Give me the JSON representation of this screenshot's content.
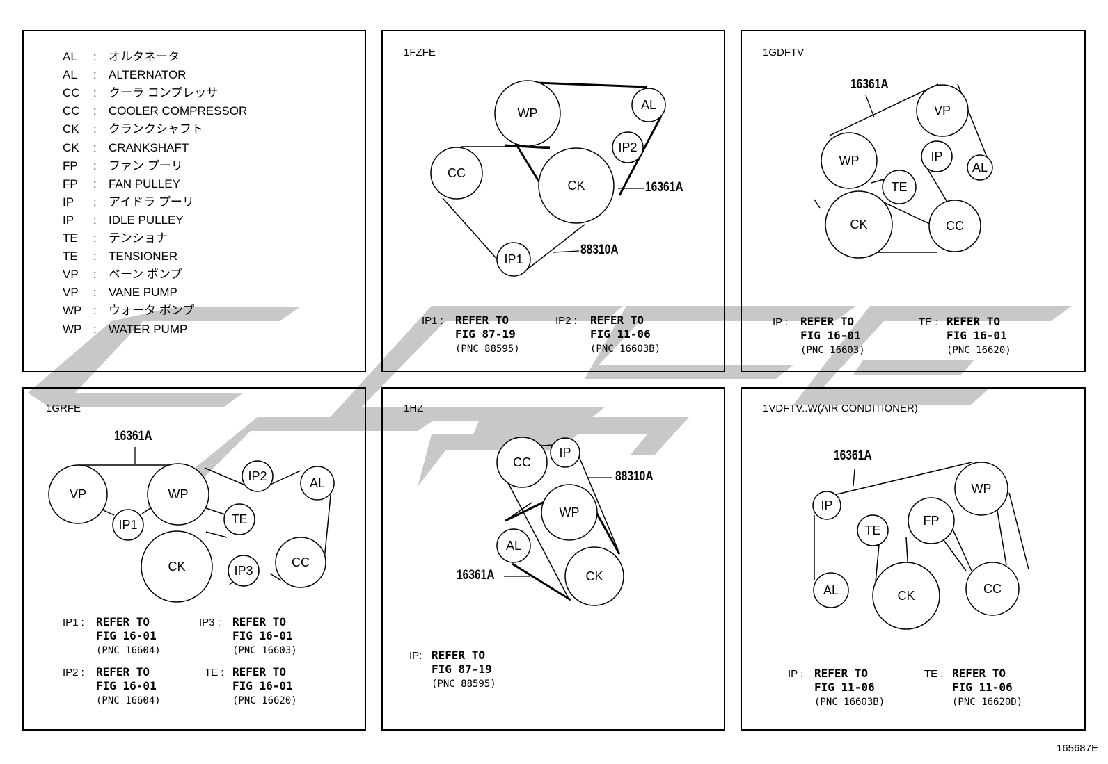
{
  "legend": [
    {
      "code": "AL",
      "desc": "オルタネータ"
    },
    {
      "code": "AL",
      "desc": "ALTERNATOR"
    },
    {
      "code": "CC",
      "desc": "クーラ コンプレッサ"
    },
    {
      "code": "CC",
      "desc": "COOLER COMPRESSOR"
    },
    {
      "code": "CK",
      "desc": "クランクシャフト"
    },
    {
      "code": "CK",
      "desc": "CRANKSHAFT"
    },
    {
      "code": "FP",
      "desc": "ファン プーリ"
    },
    {
      "code": "FP",
      "desc": "FAN PULLEY"
    },
    {
      "code": "IP",
      "desc": "アイドラ プーリ"
    },
    {
      "code": "IP",
      "desc": "IDLE PULLEY"
    },
    {
      "code": "TE",
      "desc": "テンショナ"
    },
    {
      "code": "TE",
      "desc": "TENSIONER"
    },
    {
      "code": "VP",
      "desc": "ベーン ポンプ"
    },
    {
      "code": "VP",
      "desc": "VANE PUMP"
    },
    {
      "code": "WP",
      "desc": "ウォータ ポンプ"
    },
    {
      "code": "WP",
      "desc": "WATER PUMP"
    }
  ],
  "colon": ":",
  "panels": {
    "p1fzfe": {
      "title": "1FZFE",
      "pulleys": {
        "wp": "WP",
        "al": "AL",
        "ip2": "IP2",
        "cc": "CC",
        "ck": "CK",
        "ip1": "IP1"
      },
      "parts": {
        "a": "16361A",
        "b": "88310A"
      },
      "refs": [
        {
          "key": "IP1 :",
          "line1": "REFER TO",
          "line2": "FIG 87-19",
          "line3": "(PNC 88595)"
        },
        {
          "key": "IP2 :",
          "line1": "REFER TO",
          "line2": "FIG 11-06",
          "line3": "(PNC 16603B)"
        }
      ]
    },
    "p1gdftv": {
      "title": "1GDFTV",
      "pulleys": {
        "vp": "VP",
        "wp": "WP",
        "ip": "IP",
        "al": "AL",
        "te": "TE",
        "ck": "CK",
        "cc": "CC"
      },
      "parts": {
        "a": "16361A"
      },
      "refs": [
        {
          "key": "IP :",
          "line1": "REFER TO",
          "line2": "FIG 16-01",
          "line3": "(PNC 16603)"
        },
        {
          "key": "TE :",
          "line1": "REFER TO",
          "line2": "FIG 16-01",
          "line3": "(PNC 16620)"
        }
      ]
    },
    "p1grfe": {
      "title": "1GRFE",
      "pulleys": {
        "vp": "VP",
        "wp": "WP",
        "ip2": "IP2",
        "al": "AL",
        "ip1": "IP1",
        "te": "TE",
        "ck": "CK",
        "ip3": "IP3",
        "cc": "CC"
      },
      "parts": {
        "a": "16361A"
      },
      "refs": [
        {
          "key": "IP1 :",
          "line1": "REFER TO",
          "line2": "FIG 16-01",
          "line3": "(PNC 16604)"
        },
        {
          "key": "IP3 :",
          "line1": "REFER TO",
          "line2": "FIG 16-01",
          "line3": "(PNC 16603)"
        },
        {
          "key": "IP2 :",
          "line1": "REFER TO",
          "line2": "FIG 16-01",
          "line3": "(PNC 16604)"
        },
        {
          "key": "TE :",
          "line1": "REFER TO",
          "line2": "FIG 16-01",
          "line3": "(PNC 16620)"
        }
      ]
    },
    "p1hz": {
      "title": "1HZ",
      "pulleys": {
        "cc": "CC",
        "ip": "IP",
        "wp": "WP",
        "al": "AL",
        "ck": "CK"
      },
      "parts": {
        "a": "88310A",
        "b": "16361A"
      },
      "refs": [
        {
          "key": "IP:",
          "line1": "REFER TO",
          "line2": "FIG 87-19",
          "line3": "(PNC 88595)"
        }
      ]
    },
    "p1vdftv": {
      "title": "1VDFTV..W(AIR CONDITIONER)",
      "pulleys": {
        "ip": "IP",
        "wp": "WP",
        "te": "TE",
        "fp": "FP",
        "al": "AL",
        "ck": "CK",
        "cc": "CC"
      },
      "parts": {
        "a": "16361A"
      },
      "refs": [
        {
          "key": "IP :",
          "line1": "REFER TO",
          "line2": "FIG 11-06",
          "line3": "(PNC 16603B)"
        },
        {
          "key": "TE :",
          "line1": "REFER TO",
          "line2": "FIG 11-06",
          "line3": "(PNC 16620D)"
        }
      ]
    }
  },
  "figure_number": "165687E"
}
